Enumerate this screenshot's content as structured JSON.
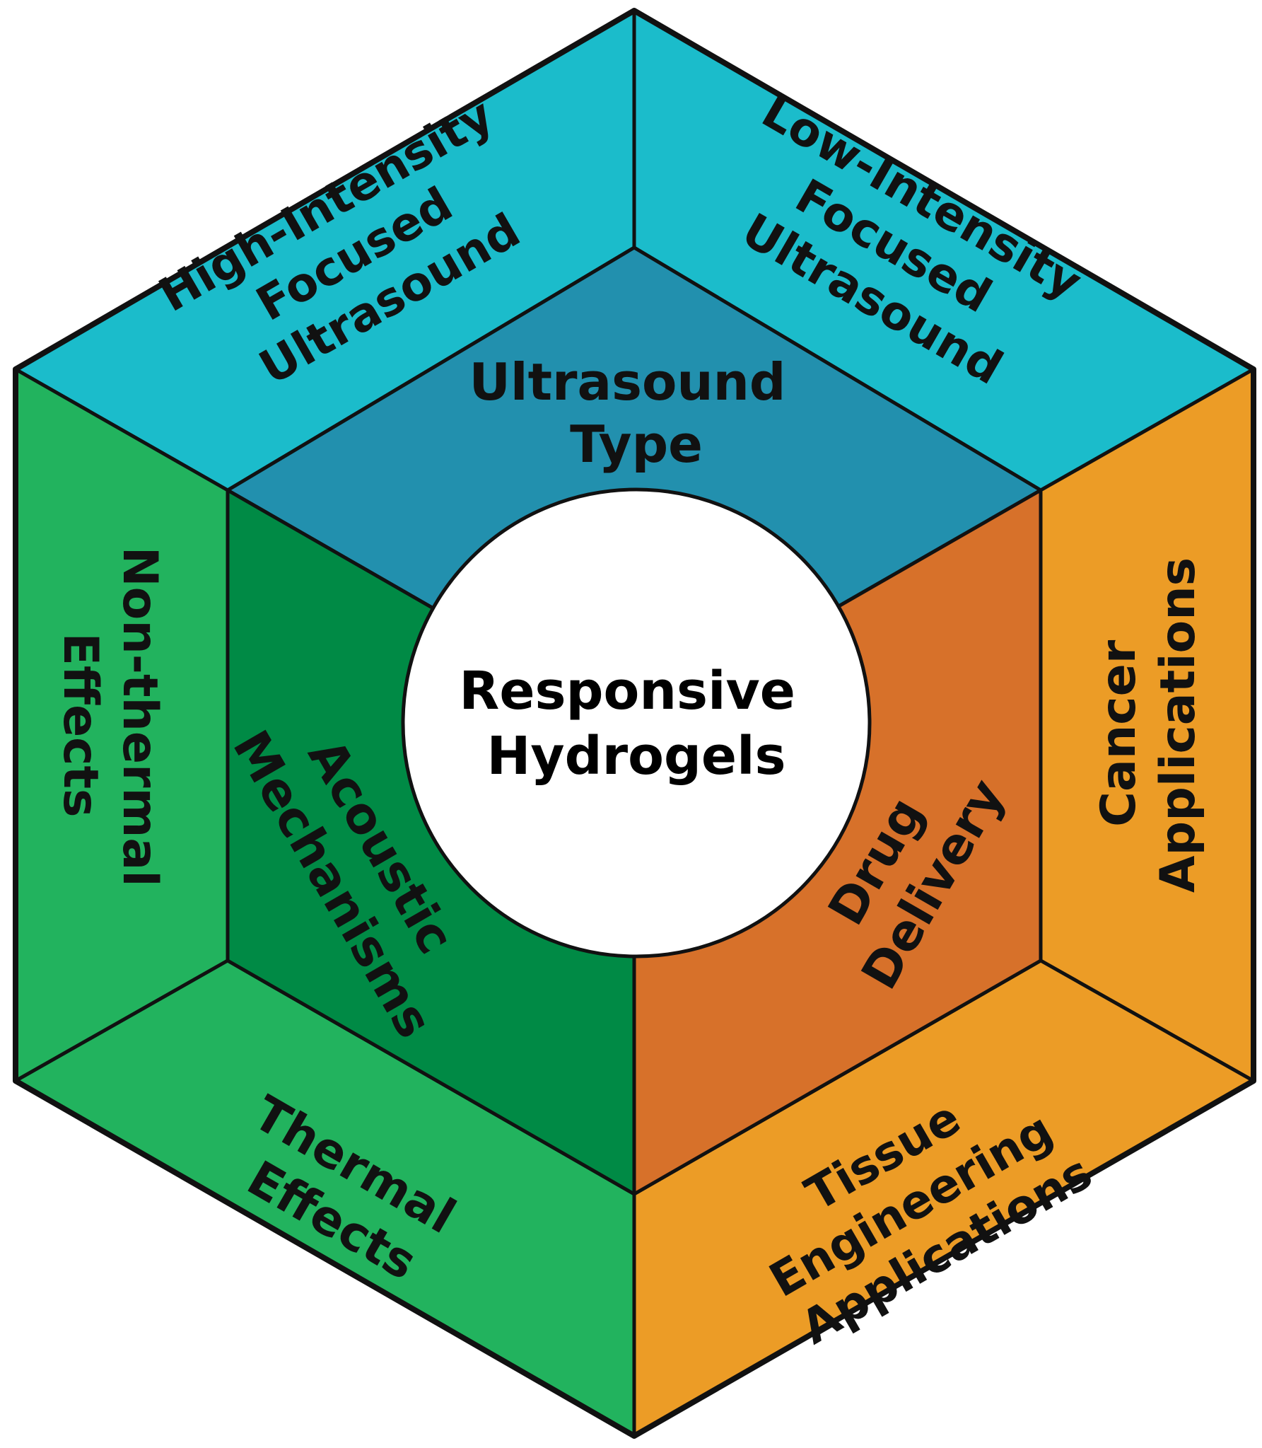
{
  "center": {
    "lines": [
      "Responsive",
      "Hydrogels"
    ]
  },
  "categories": {
    "ultrasound_type": {
      "lines": [
        "Ultrasound",
        "Type"
      ],
      "color": "#2290AE"
    },
    "acoustic_mechanisms": {
      "lines": [
        "Acoustic",
        "Mechanisms"
      ],
      "color": "#008A45"
    },
    "drug_delivery": {
      "lines": [
        "Drug",
        "Delivery"
      ],
      "color": "#D7712A"
    }
  },
  "subcategories": {
    "hifu": {
      "lines": [
        "High-Intensity",
        "Focused",
        "Ultrasound"
      ],
      "color": "#1BBCCB"
    },
    "lifu": {
      "lines": [
        "Low-Intensity",
        "Focused",
        "Ultrasound"
      ],
      "color": "#1BBCCB"
    },
    "non_thermal": {
      "lines": [
        "Non-thermal",
        "Effects"
      ],
      "color": "#22B35E"
    },
    "thermal": {
      "lines": [
        "Thermal",
        "Effects"
      ],
      "color": "#22B35E"
    },
    "cancer": {
      "lines": [
        "Cancer",
        "Applications"
      ],
      "color": "#EC9C26"
    },
    "tissue": {
      "lines": [
        "Tissue",
        "Engineering",
        "Applications"
      ],
      "color": "#EC9C26"
    }
  }
}
